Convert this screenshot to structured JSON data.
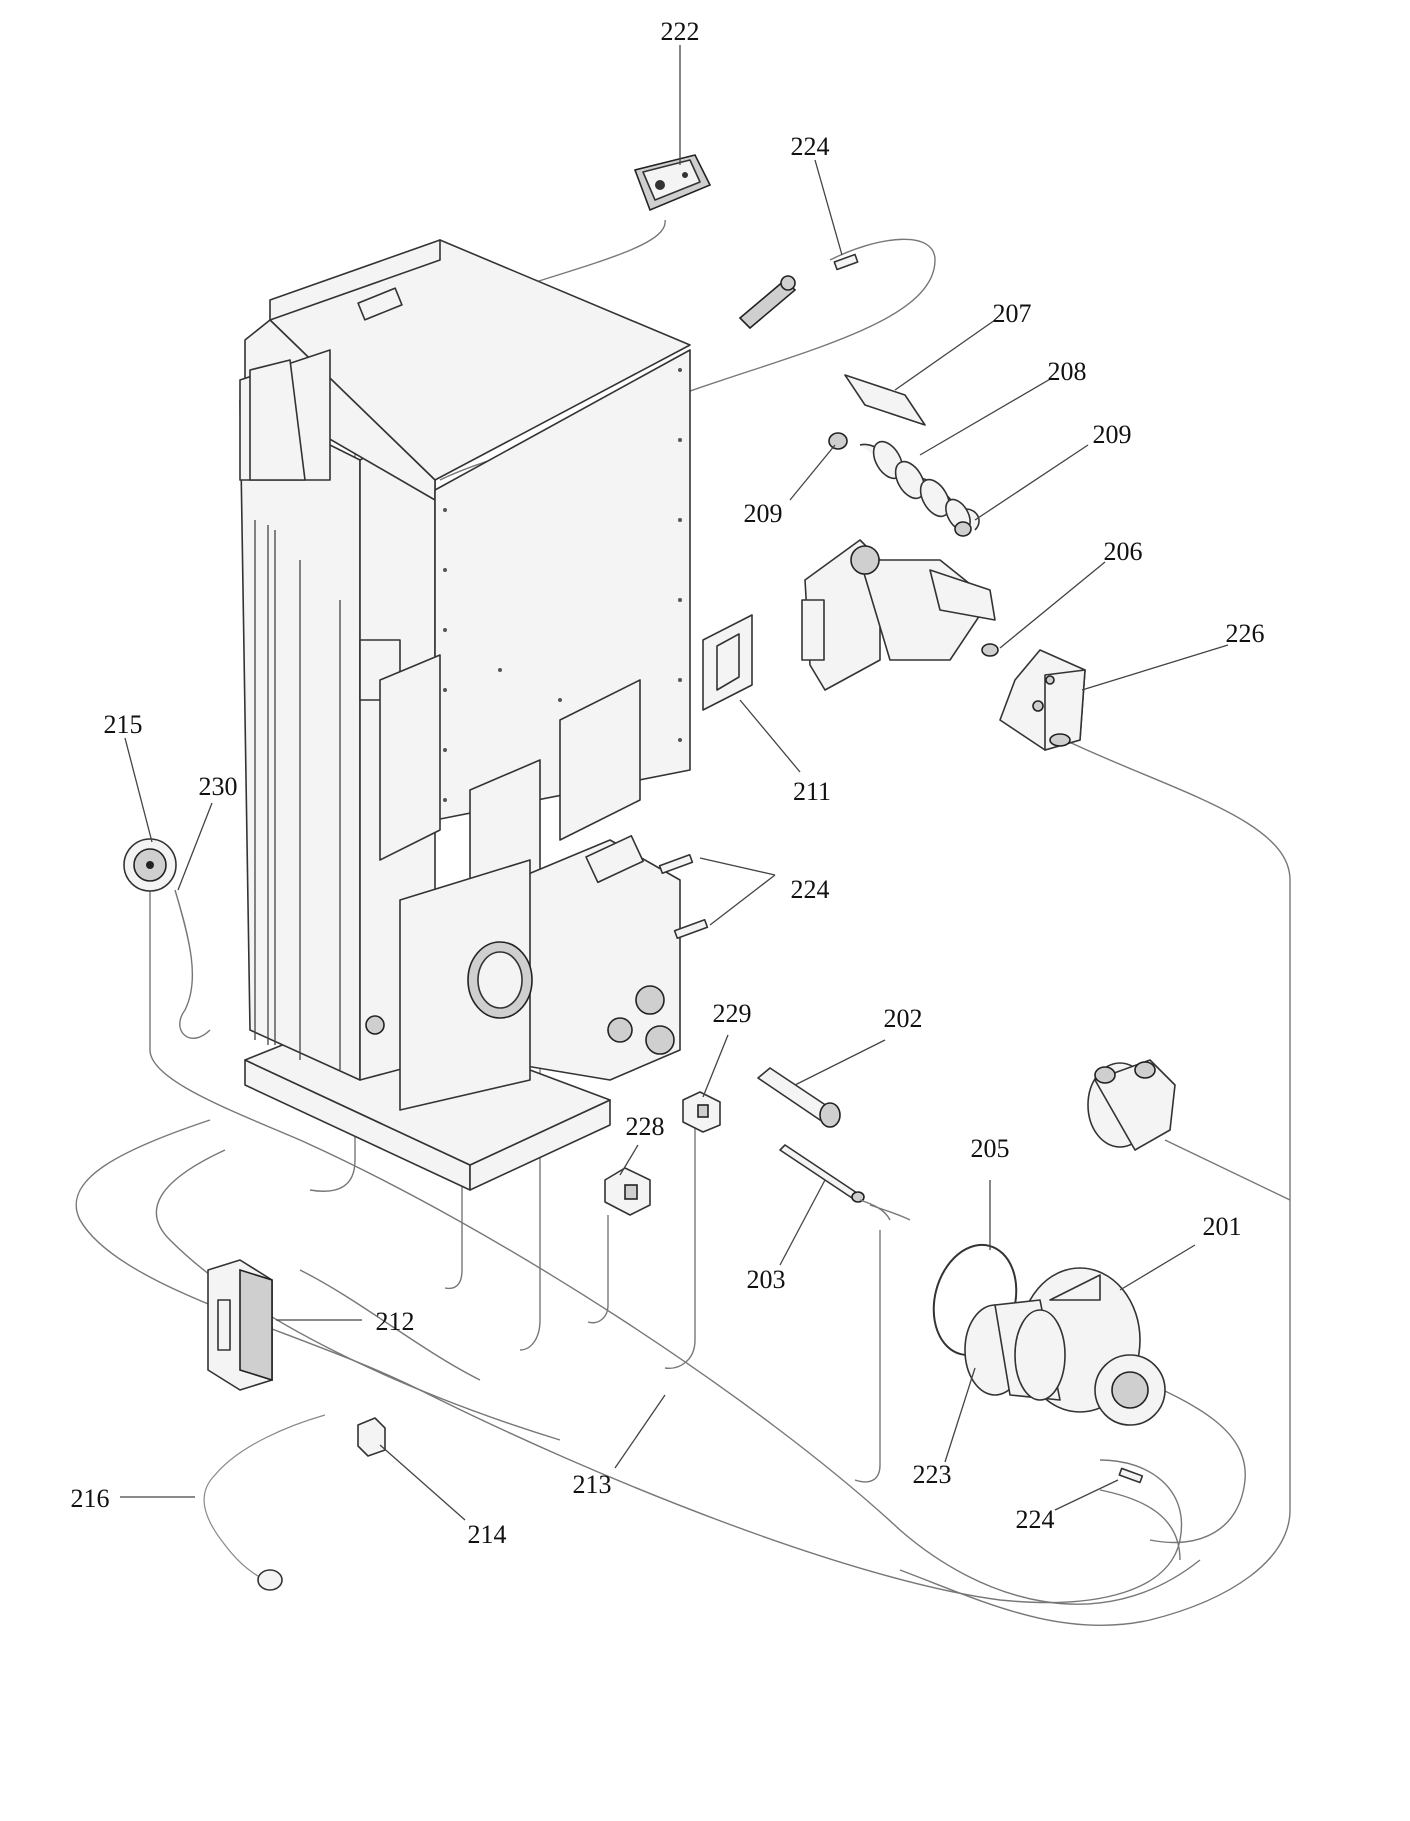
{
  "labels": [
    {
      "id": "222",
      "text": "222"
    },
    {
      "id": "224a",
      "text": "224"
    },
    {
      "id": "207",
      "text": "207"
    },
    {
      "id": "208",
      "text": "208"
    },
    {
      "id": "209a",
      "text": "209"
    },
    {
      "id": "209b",
      "text": "209"
    },
    {
      "id": "206",
      "text": "206"
    },
    {
      "id": "226",
      "text": "226"
    },
    {
      "id": "215",
      "text": "215"
    },
    {
      "id": "230",
      "text": "230"
    },
    {
      "id": "211",
      "text": "211"
    },
    {
      "id": "224b",
      "text": "224"
    },
    {
      "id": "229",
      "text": "229"
    },
    {
      "id": "202",
      "text": "202"
    },
    {
      "id": "228",
      "text": "228"
    },
    {
      "id": "205",
      "text": "205"
    },
    {
      "id": "201",
      "text": "201"
    },
    {
      "id": "203",
      "text": "203"
    },
    {
      "id": "212",
      "text": "212"
    },
    {
      "id": "213",
      "text": "213"
    },
    {
      "id": "223",
      "text": "223"
    },
    {
      "id": "224c",
      "text": "224"
    },
    {
      "id": "216",
      "text": "216"
    },
    {
      "id": "214",
      "text": "214"
    }
  ]
}
